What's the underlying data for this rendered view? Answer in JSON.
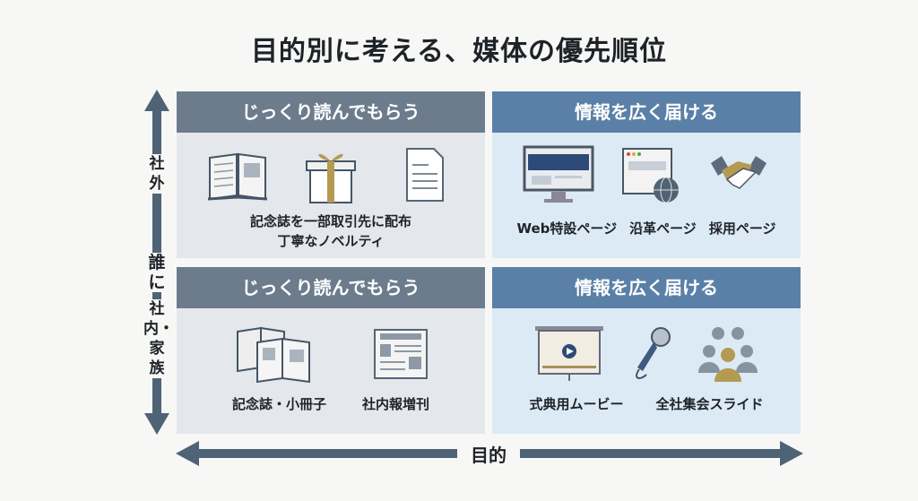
{
  "title": "目的別に考える、媒体の優先順位",
  "axes": {
    "y_label": "誰に",
    "y_top": "社外",
    "y_bottom": "社内・家族",
    "x_label": "目的"
  },
  "quadrants": {
    "external_read": {
      "header": "じっくり読んでもらう",
      "line1": "記念誌を一部取引先に配布",
      "line2": "丁寧なノベルティ"
    },
    "external_spread": {
      "header": "情報を広く届ける",
      "items": [
        "Web特設ページ",
        "沿革ページ",
        "採用ページ"
      ]
    },
    "internal_read": {
      "header": "じっくり読んでもらう",
      "items": [
        "記念誌・小冊子",
        "社内報増刊"
      ]
    },
    "internal_spread": {
      "header": "情報を広く届ける",
      "items": [
        "式典用ムービー",
        "全社集会スライド"
      ]
    }
  },
  "colors": {
    "arrow": "#4f6376",
    "gray_header": "#6c7c8c",
    "blue_header": "#5b80a7"
  }
}
